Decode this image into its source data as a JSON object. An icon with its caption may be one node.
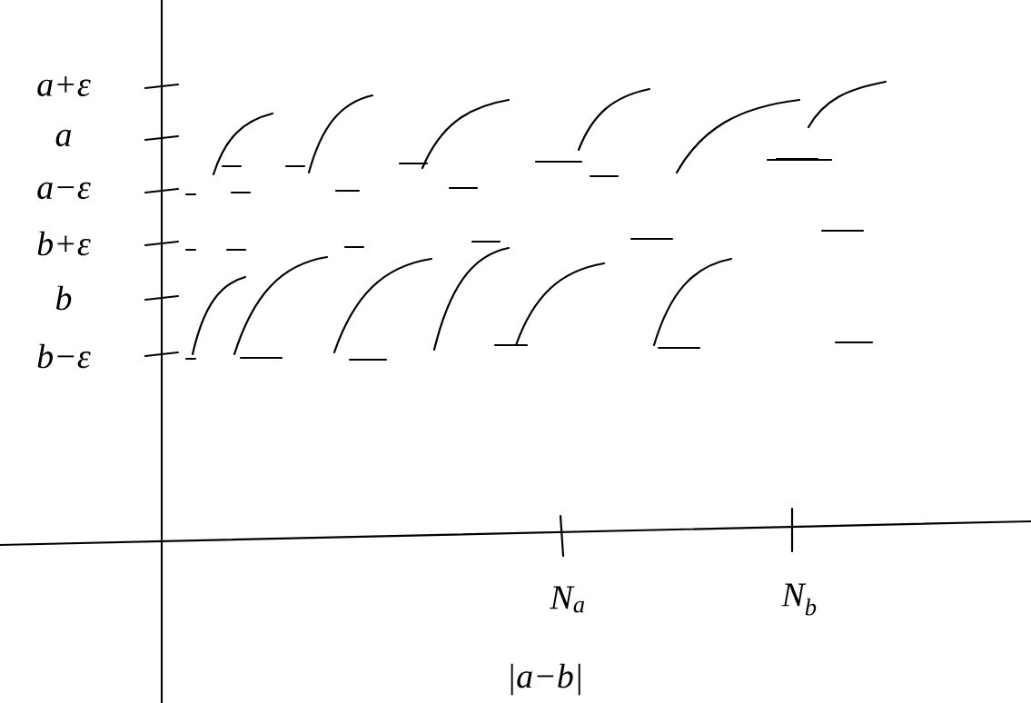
{
  "diagram": {
    "labels": [
      "a+ε",
      "a",
      "a−ε",
      "b+ε",
      "b",
      "b−ε",
      "N$_{a}$",
      "N$_{b}$",
      "|a−b|"
    ]
  }
}
